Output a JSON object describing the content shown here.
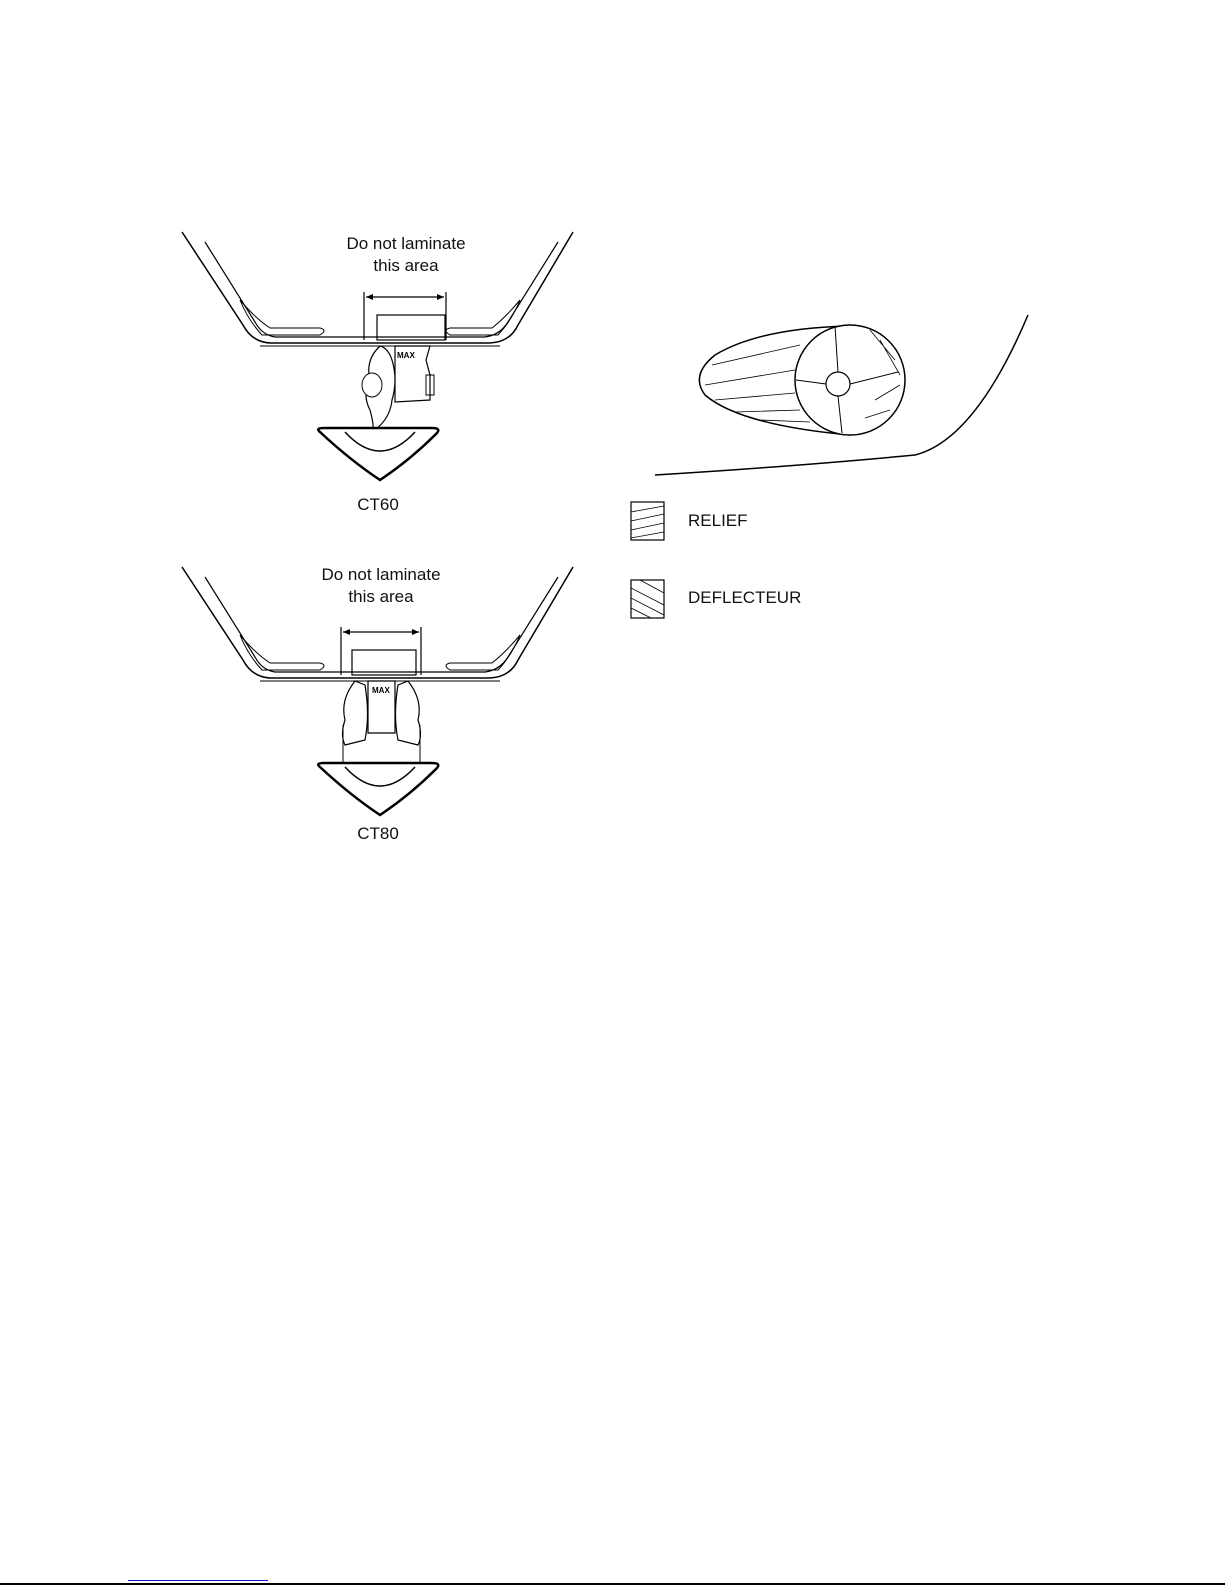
{
  "diagrams": [
    {
      "caption": "CT60",
      "note_line1": "Do not laminate",
      "note_line2": "this area"
    },
    {
      "caption": "CT80",
      "note_line1": "Do not laminate",
      "note_line2": "this area"
    }
  ],
  "logo_text": "MAX",
  "legend": [
    {
      "label": "RELIEF",
      "pattern": "horizontal-hatch"
    },
    {
      "label": "DEFLECTEUR",
      "pattern": "diagonal-hatch"
    }
  ]
}
